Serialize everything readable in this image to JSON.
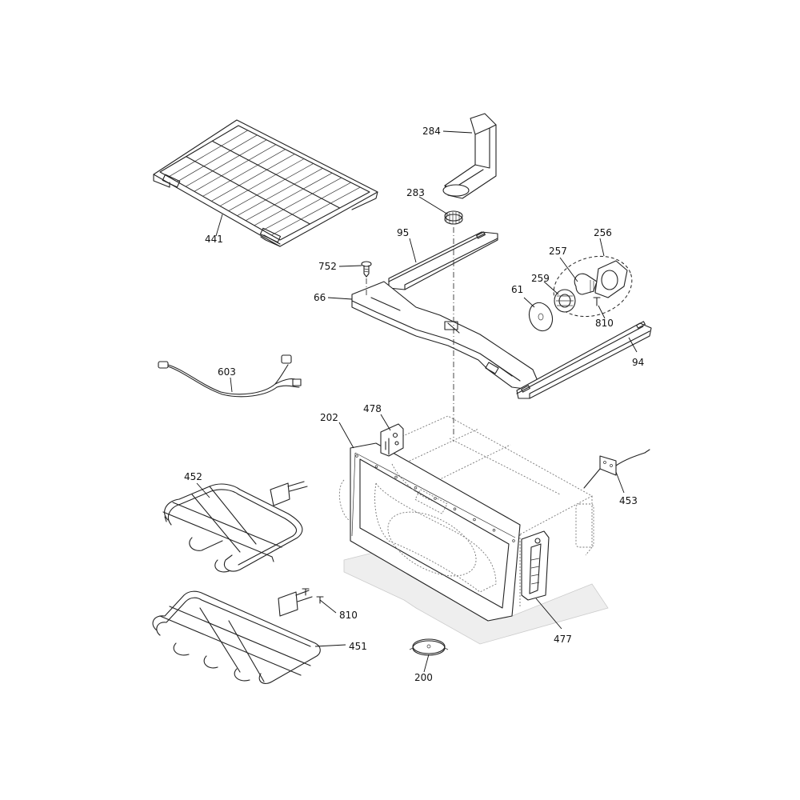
{
  "callouts": {
    "441": "441",
    "284": "284",
    "283": "283",
    "95": "95",
    "752": "752",
    "66": "66",
    "256": "256",
    "257": "257",
    "259": "259",
    "61": "61",
    "810a": "810",
    "94": "94",
    "603": "603",
    "202": "202",
    "478": "478",
    "453": "453",
    "452": "452",
    "477": "477",
    "810b": "810",
    "451": "451",
    "200": "200"
  },
  "colors": {
    "line": "#222222",
    "background": "#ffffff",
    "shadow": "#eeeeee"
  }
}
